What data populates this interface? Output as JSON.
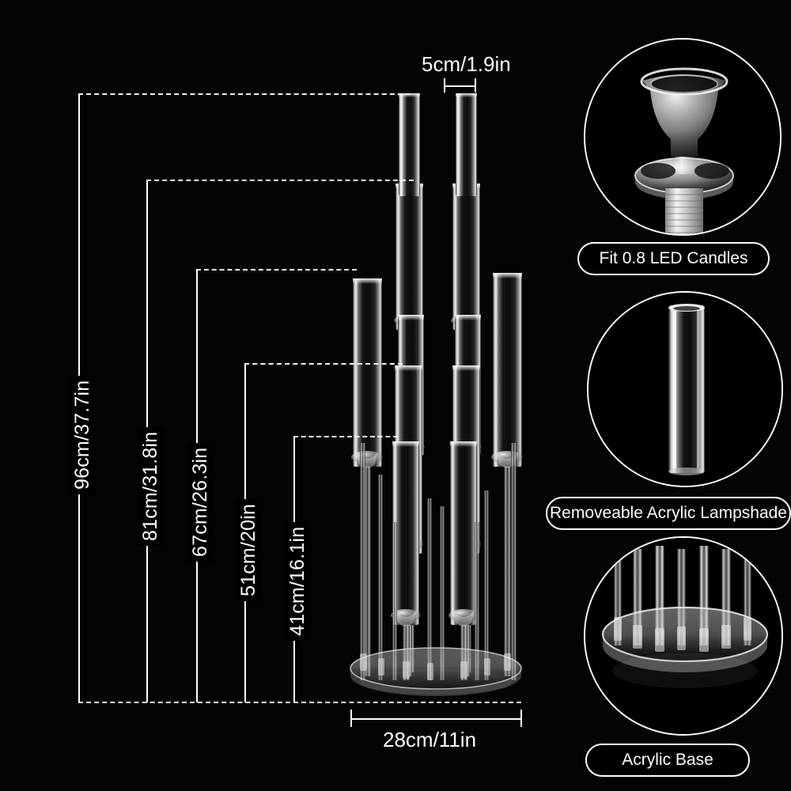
{
  "background_color": "#000000",
  "accent_color": "#ffffff",
  "product": {
    "name": "acrylic-candelabra",
    "arms": 10,
    "tiers": 5
  },
  "dimensions": {
    "top_width": {
      "label": "5cm/1.9in",
      "value_cm": 5,
      "value_in": 1.9,
      "describes": "candle-tube-diameter"
    },
    "bottom_width": {
      "label": "28cm/11in",
      "value_cm": 28,
      "value_in": 11,
      "describes": "acrylic-base-diameter"
    },
    "heights": [
      {
        "label": "96cm/37.7in",
        "value_cm": 96,
        "value_in": 37.7,
        "tier": 1
      },
      {
        "label": "81cm/31.8in",
        "value_cm": 81,
        "value_in": 31.8,
        "tier": 2
      },
      {
        "label": "67cm/26.3in",
        "value_cm": 67,
        "value_in": 26.3,
        "tier": 3
      },
      {
        "label": "51cm/20in",
        "value_cm": 51,
        "value_in": 20.0,
        "tier": 4
      },
      {
        "label": "41cm/16.1in",
        "value_cm": 41,
        "value_in": 16.1,
        "tier": 5
      }
    ]
  },
  "features": [
    {
      "id": "led-candle-cup",
      "caption": "Fit 0.8 LED Candles",
      "icon": "candle-cup-icon"
    },
    {
      "id": "acrylic-lampshade",
      "caption": "Removeable Acrylic Lampshade",
      "icon": "glass-tube-icon"
    },
    {
      "id": "acrylic-base",
      "caption": "Acrylic Base",
      "icon": "round-base-icon"
    }
  ]
}
